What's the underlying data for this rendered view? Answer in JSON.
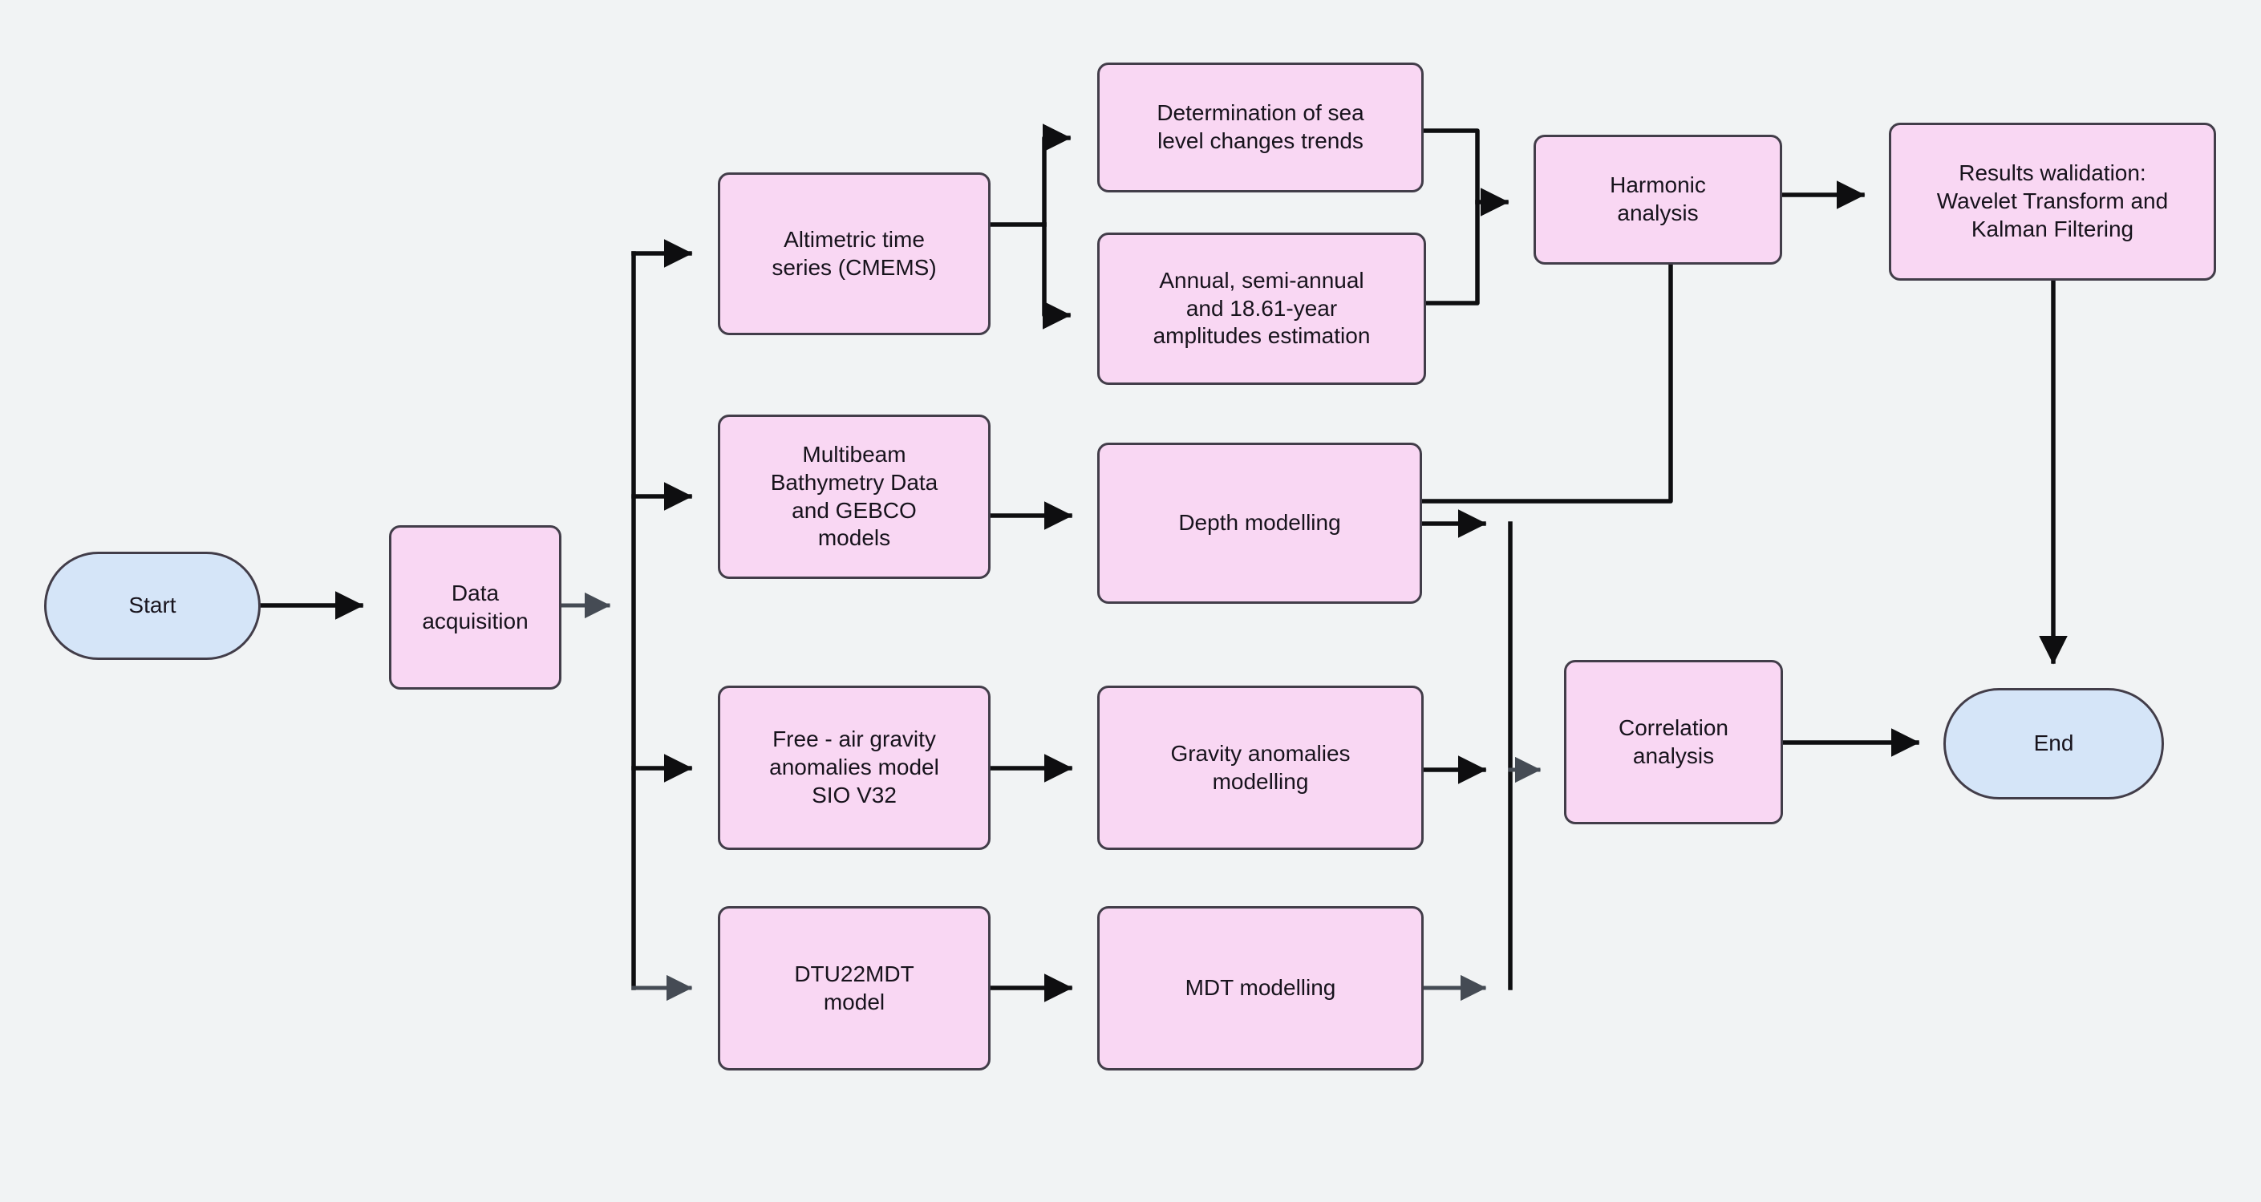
{
  "diagram": {
    "type": "flowchart",
    "nodes": {
      "start": {
        "label": [
          "Start"
        ],
        "shape": "terminator"
      },
      "data_acquisition": {
        "label": [
          "Data",
          "acquisition"
        ],
        "shape": "process"
      },
      "altimetric": {
        "label": [
          "Altimetric time",
          "series (CMEMS)"
        ],
        "shape": "process"
      },
      "multibeam": {
        "label": [
          "Multibeam",
          "Bathymetry Data",
          "and GEBCO",
          "models"
        ],
        "shape": "process"
      },
      "freeair": {
        "label": [
          "Free - air gravity",
          "anomalies model",
          "SIO V32"
        ],
        "shape": "process"
      },
      "dtu": {
        "label": [
          "DTU22MDT",
          "model"
        ],
        "shape": "process"
      },
      "determination": {
        "label": [
          "Determination of sea",
          "level changes trends"
        ],
        "shape": "process"
      },
      "annual": {
        "label": [
          "Annual, semi-annual",
          "and 18.61-year",
          "amplitudes estimation"
        ],
        "shape": "process"
      },
      "depth": {
        "label": [
          "Depth modelling"
        ],
        "shape": "process"
      },
      "gravity_mod": {
        "label": [
          "Gravity anomalies",
          "modelling"
        ],
        "shape": "process"
      },
      "mdt_mod": {
        "label": [
          "MDT modelling"
        ],
        "shape": "process"
      },
      "harmonic": {
        "label": [
          "Harmonic",
          "analysis"
        ],
        "shape": "process"
      },
      "results": {
        "label": [
          "Results walidation:",
          "Wavelet Transform and",
          "Kalman Filtering"
        ],
        "shape": "process"
      },
      "correlation": {
        "label": [
          "Correlation",
          "analysis"
        ],
        "shape": "process"
      },
      "end": {
        "label": [
          "End"
        ],
        "shape": "terminator"
      }
    },
    "edges": [
      {
        "from": "start",
        "to": "data_acquisition"
      },
      {
        "from": "data_acquisition",
        "to": "altimetric"
      },
      {
        "from": "data_acquisition",
        "to": "multibeam"
      },
      {
        "from": "data_acquisition",
        "to": "freeair"
      },
      {
        "from": "data_acquisition",
        "to": "dtu"
      },
      {
        "from": "altimetric",
        "to": "determination"
      },
      {
        "from": "altimetric",
        "to": "annual"
      },
      {
        "from": "determination",
        "to": "harmonic"
      },
      {
        "from": "annual",
        "to": "harmonic"
      },
      {
        "from": "harmonic",
        "to": "results"
      },
      {
        "from": "harmonic",
        "to": "depth"
      },
      {
        "from": "multibeam",
        "to": "depth"
      },
      {
        "from": "freeair",
        "to": "gravity_mod"
      },
      {
        "from": "dtu",
        "to": "mdt_mod"
      },
      {
        "from": "depth",
        "to": "correlation"
      },
      {
        "from": "gravity_mod",
        "to": "correlation"
      },
      {
        "from": "mdt_mod",
        "to": "correlation"
      },
      {
        "from": "correlation",
        "to": "end"
      },
      {
        "from": "results",
        "to": "end"
      }
    ],
    "colors": {
      "bg": "#f1f3f4",
      "pink": "#f9d7f3",
      "blue": "#d5e5f8",
      "border": "#423d49",
      "edge": "#0e0e10",
      "edge-gray": "#454b54",
      "text": "#17131c"
    }
  }
}
